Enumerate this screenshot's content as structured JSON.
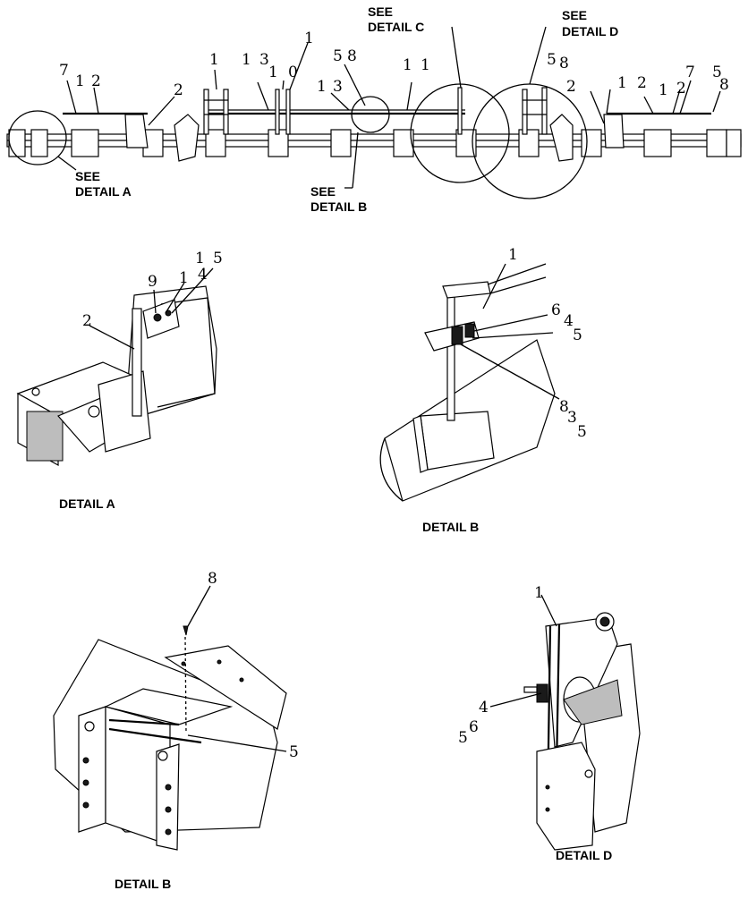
{
  "overview": {
    "callouts": [
      "7",
      "1",
      "2",
      "2",
      "1",
      "1",
      "3",
      "1",
      "0",
      "1",
      "5",
      "8",
      "1",
      "3",
      "1",
      "1",
      "5",
      "8",
      "2",
      "1",
      "2",
      "7",
      "1",
      "2",
      "5",
      "8"
    ],
    "see_detail_a": [
      "SEE",
      "DETAIL A"
    ],
    "see_detail_b": [
      "SEE",
      "DETAIL B"
    ],
    "see_detail_c": [
      "SEE",
      "DETAIL C"
    ],
    "see_detail_d": [
      "SEE",
      "DETAIL D"
    ]
  },
  "detail_a": {
    "caption": "DETAIL A",
    "callouts": [
      "1",
      "5",
      "9",
      "1",
      "4",
      "2"
    ]
  },
  "detail_b_top": {
    "caption": "DETAIL B",
    "callouts": [
      "1",
      "6",
      "4",
      "5",
      "8",
      "3",
      "5"
    ]
  },
  "detail_b_bottom": {
    "caption": "DETAIL B",
    "callouts": [
      "8",
      "5"
    ]
  },
  "detail_d": {
    "caption": "DETAIL D",
    "callouts": [
      "1",
      "4",
      "5",
      "6"
    ]
  }
}
